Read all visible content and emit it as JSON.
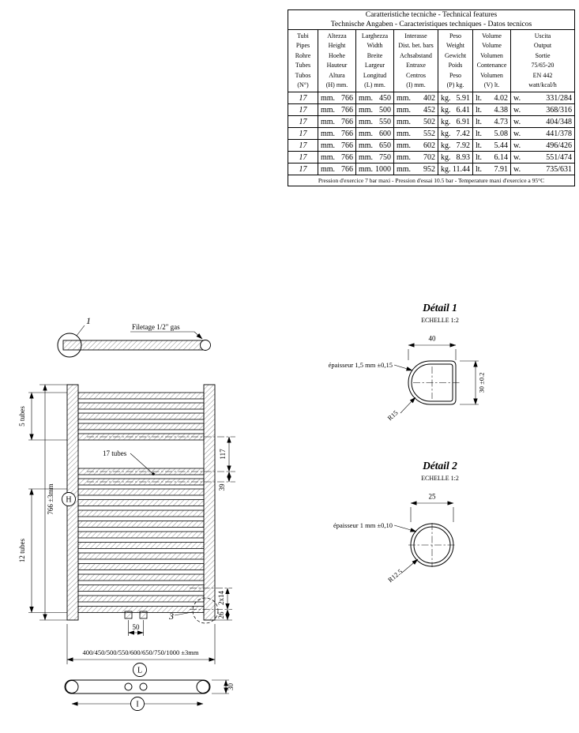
{
  "table": {
    "title1": "Caratteristiche tecniche - Technical features",
    "title2": "Technische Angaben - Caracteristiques techniques - Datos tecnicos",
    "columns": [
      "Tubi\nPipes\nRohre\nTubes\nTubos\n(N°)",
      "Altezza\nHeight\nHoehe\nHauteur\nAltura\n(H) mm.",
      "Larghezza\nWidth\nBreite\nLargeur\nLongitud\n(L) mm.",
      "Interasse\nDist. bet. bars\nAchsabstand\nEntraxe\nCentros\n(I) mm.",
      "Peso\nWeight\nGewicht\nPoids\nPeso\n(P) kg.",
      "Volume\nVolume\nVolumen\nContenance\nVolumen\n(V) lt.",
      "Uscita\nOutput\nSortie\n75/65-20\nEN 442\nwatt/kcal/h"
    ],
    "units": [
      "",
      "mm.",
      "mm.",
      "mm.",
      "kg.",
      "lt.",
      "w."
    ],
    "rows": [
      [
        "17",
        "766",
        "450",
        "402",
        "5.91",
        "4.02",
        "331/284"
      ],
      [
        "17",
        "766",
        "500",
        "452",
        "6.41",
        "4.38",
        "368/316"
      ],
      [
        "17",
        "766",
        "550",
        "502",
        "6.91",
        "4.73",
        "404/348"
      ],
      [
        "17",
        "766",
        "600",
        "552",
        "7.42",
        "5.08",
        "441/378"
      ],
      [
        "17",
        "766",
        "650",
        "602",
        "7.92",
        "5.44",
        "496/426"
      ],
      [
        "17",
        "766",
        "750",
        "702",
        "8.93",
        "6.14",
        "551/474"
      ],
      [
        "17",
        "766",
        "1000",
        "952",
        "11.44",
        "7.91",
        "735/631"
      ]
    ],
    "footer": "Pression d'exercice 7 bar maxi - Pression d'essai 10.5 bar - Temperature maxi d'exercice a 95°C"
  },
  "drawing": {
    "item1_label": "1",
    "filetage_label": "Filetage 1/2\" gas",
    "tubes5_label": "5 tubes",
    "tubes12_label": "12 tubes",
    "tubes17_label": "17 tubes",
    "height_dim": "766 ±3mm",
    "h_symbol": "H",
    "dim_117": "117",
    "dim_39": "39",
    "dim_2x14": "2x14",
    "dim_26": "26",
    "dim_50": "50",
    "item3_label": "3",
    "width_dim": "400/450/500/550/600/650/750/1000 ±3mm",
    "l_symbol": "L",
    "i_symbol": "I",
    "dim_30": "30"
  },
  "detail1": {
    "title": "Détail 1",
    "scale": "ECHELLE 1:2",
    "dim_width": "40",
    "dim_height": "30 ±0.2",
    "radius_label": "R15",
    "thickness_label": "épaisseur 1,5 mm ±0,15"
  },
  "detail2": {
    "title": "Détail 2",
    "scale": "ECHELLE 1:2",
    "dim_width": "25",
    "radius_label": "R12.5",
    "thickness_label": "épaisseur 1 mm ±0,10"
  }
}
